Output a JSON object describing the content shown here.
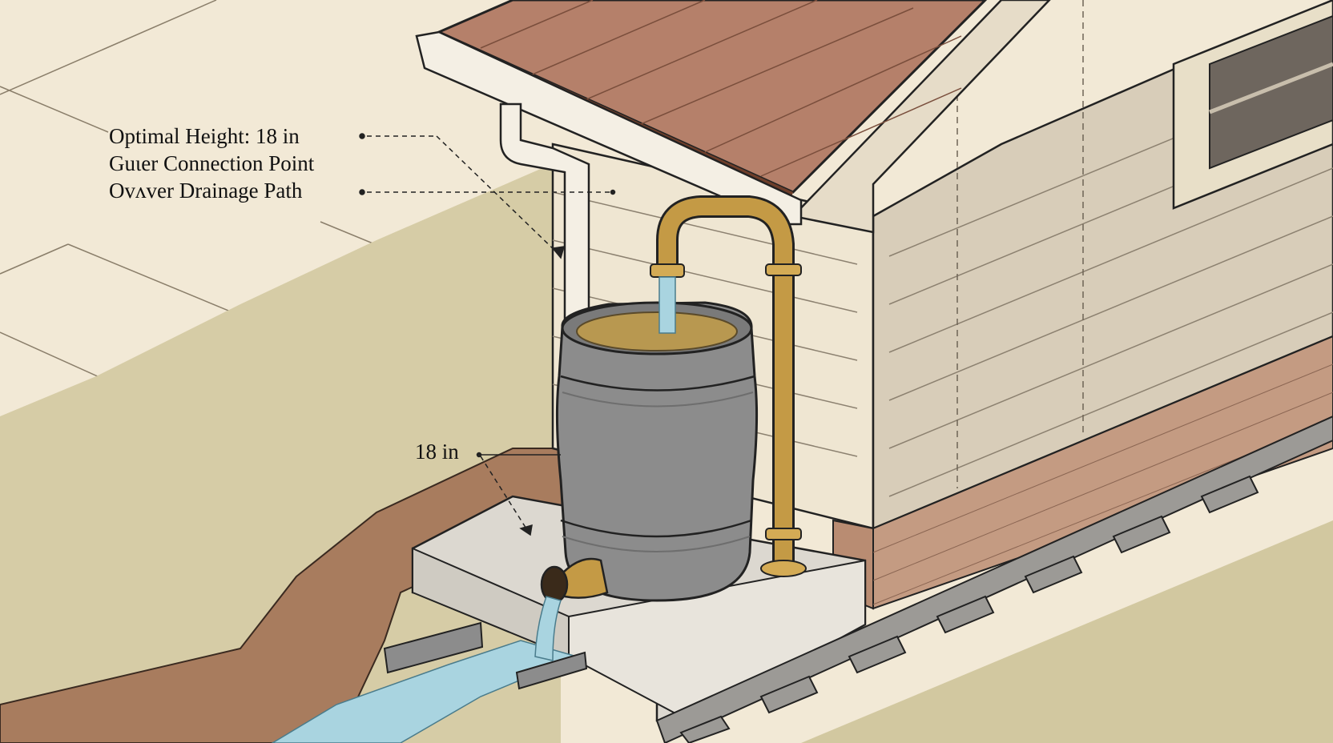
{
  "diagram": {
    "subject": "Rain barrel installation beside house",
    "labels": {
      "optimal_height": "Optimal Height: 18 in",
      "gutter_connection": "Guɩer Connection Point",
      "overflow_path": "Ovʌver Drainage Path",
      "measurement": "18 in"
    },
    "components": [
      "roof-shingles",
      "gutter",
      "downspout",
      "brass-pipe",
      "rain-barrel",
      "mesh-screen",
      "spigot",
      "concrete-base",
      "drainage-channel",
      "brick-foundation",
      "siding",
      "window",
      "paver-edging",
      "lawn"
    ],
    "colors": {
      "background": "#f2e9d6",
      "lawn": "#d6cca6",
      "roof": "#b5806a",
      "siding": "#d8cdb9",
      "brick": "#c49b82",
      "barrel": "#8c8c8c",
      "brass": "#c49a45",
      "water": "#a9d4e0",
      "concrete": "#dcd8d0",
      "soil": "#a87c5e"
    }
  }
}
